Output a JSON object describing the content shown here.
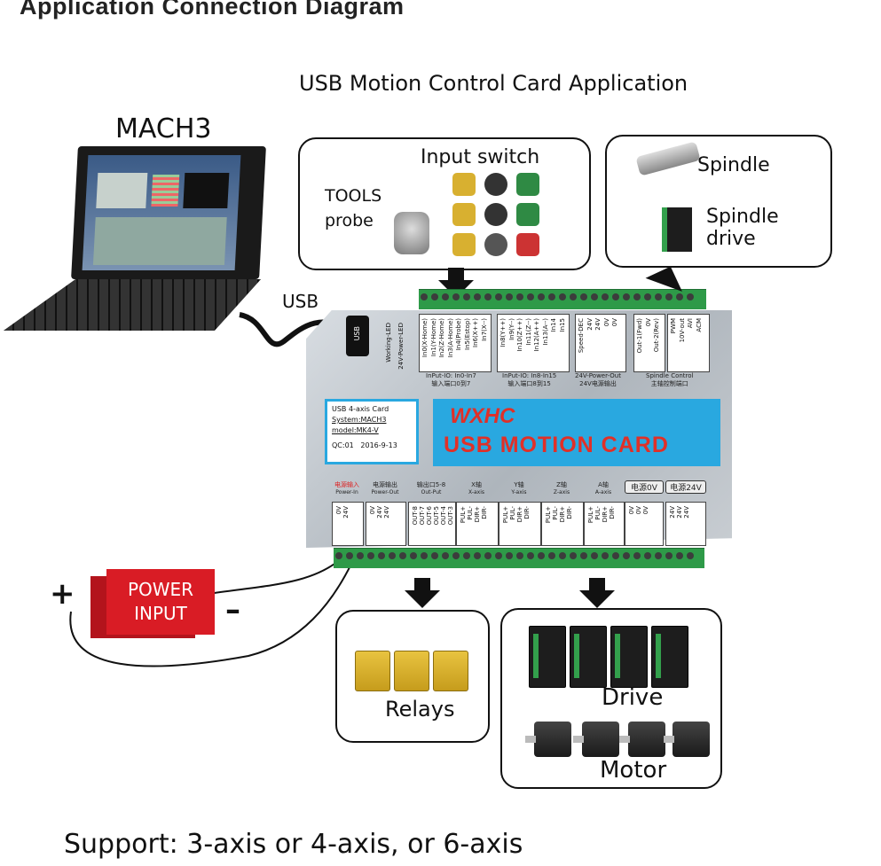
{
  "heading": "Application Connection Diagram",
  "subtitle": "USB Motion Control Card Application",
  "computer_label": "MACH3",
  "usb_label": "USB",
  "usb_port": "USB",
  "input_box": {
    "title": "Input switch",
    "tools_line1": "TOOLS",
    "tools_line2": "probe"
  },
  "spindle_box": {
    "spindle": "Spindle",
    "drive": "Spindle drive"
  },
  "card": {
    "leds": [
      "Working-LED",
      "24V-Power-LED"
    ],
    "top_pins_group1": [
      "In0(X-Home)",
      "In1(Y-Home)",
      "In2(Z-Home)",
      "In3(A-Home)",
      "In4(Probe)",
      "In5(Estop)",
      "In6(X++)",
      "In7(X--)"
    ],
    "top_pins_group2": [
      "In8(Y++)",
      "In9(Y--)",
      "In10(Z++)",
      "In11(Z--)",
      "In12(A++)",
      "In13(A--)",
      "In14",
      "In15"
    ],
    "top_pins_group3": [
      "Speed-DEC",
      "24V",
      "24V",
      "0V",
      "0V"
    ],
    "top_pins_group4": [
      "Out-1(Fwd)",
      "0V",
      "Out-2(Rev)"
    ],
    "top_pins_group5": [
      "PWM",
      "10V-out",
      "AVI",
      "ACM"
    ],
    "top_group_labels": [
      "InPut-IO: In0-In7",
      "InPut-IO: In8-In15",
      "24V-Power-Out",
      "Spindle Control"
    ],
    "top_group_cn": [
      "输入端口0到7",
      "输入端口8到15",
      "24V电源输出",
      "主轴控制端口"
    ],
    "info": {
      "line1": "USB 4-axis Card",
      "line2": "System:MACH3",
      "line3": "model:MK4-V",
      "qc": "QC:01",
      "date": "2016-9-13"
    },
    "logo": "WXHC",
    "brand": "USB MOTION CARD",
    "bottom_labels": [
      "电源输入",
      "电源输出",
      "输出口5-8",
      "X轴",
      "Y轴",
      "Z轴",
      "A轴",
      "电源0V",
      "电源24V"
    ],
    "bottom_sub": [
      "Power-In",
      "Power-Out",
      "Out-Put",
      "X-axis",
      "Y-axis",
      "Z-axis",
      "A-axis"
    ],
    "bottom_pins": [
      [
        "0V",
        "24V"
      ],
      [
        "0V",
        "24V",
        "24V"
      ],
      [
        "OUT-8",
        "OUT-7",
        "OUT-6",
        "OUT-5",
        "OUT-4",
        "OUT-3"
      ],
      [
        "PUL+",
        "PUL-",
        "DIR+",
        "DIR-"
      ],
      [
        "PUL+",
        "PUL-",
        "DIR+",
        "DIR-"
      ],
      [
        "PUL+",
        "PUL-",
        "DIR+",
        "DIR-"
      ],
      [
        "PUL+",
        "PUL-",
        "DIR+",
        "DIR-"
      ],
      [
        "0V",
        "0V",
        "0V"
      ],
      [
        "24V",
        "24V",
        "24V"
      ]
    ]
  },
  "power": {
    "line1": "POWER",
    "line2": "INPUT",
    "plus": "+",
    "minus": "–"
  },
  "relays_label": "Relays",
  "drive_label": "Drive",
  "motor_label": "Motor",
  "support": "Support: 3-axis or 4-axis,  or 6-axis",
  "colors": {
    "terminal": "#2e9a48",
    "band": "#29a8e0",
    "brand": "#e03028",
    "power": "#d91c25"
  }
}
